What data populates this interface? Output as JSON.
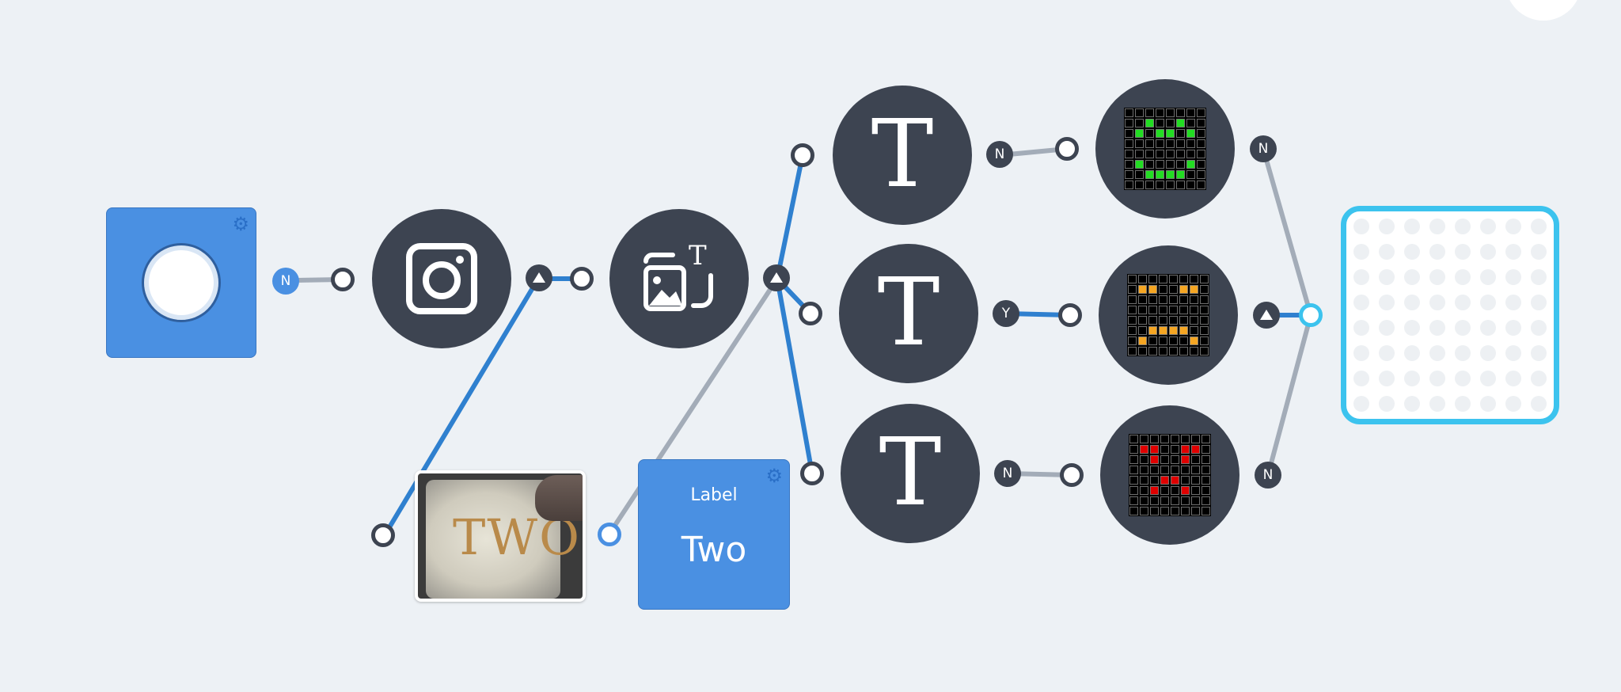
{
  "colors": {
    "background": "#edf1f5",
    "node_dark": "#3d4451",
    "accent_blue": "#4a90e2",
    "wire_active": "#2f80cf",
    "wire_inactive": "#a3acb8",
    "output_outline": "#3cc3ee",
    "led_green": "#22dd22",
    "led_orange": "#f5a623",
    "led_red": "#e00000"
  },
  "nodes": {
    "trigger": {
      "icon": "toggle-button",
      "settings_icon": "gear-icon",
      "badge": "N"
    },
    "camera": {
      "icon": "camera-icon"
    },
    "image_to_text": {
      "icon": "image-to-text-icon"
    },
    "camera_feed": {
      "handwriting": "TWO",
      "icon": "camera-snapshot-image"
    },
    "label": {
      "title": "Label",
      "value": "Two",
      "settings_icon": "gear-icon"
    },
    "text_nodes": [
      {
        "glyph": "T",
        "badge": "N"
      },
      {
        "glyph": "T",
        "badge": "Y"
      },
      {
        "glyph": "T",
        "badge": "N"
      }
    ],
    "matrices": [
      {
        "expression": "happy",
        "color": "#22dd22",
        "out_badge": "N"
      },
      {
        "expression": "neutral",
        "color": "#f5a623"
      },
      {
        "expression": "sad",
        "color": "#e00000",
        "out_badge": "N"
      }
    ],
    "output": {
      "icon": "led-matrix-output-icon"
    }
  }
}
